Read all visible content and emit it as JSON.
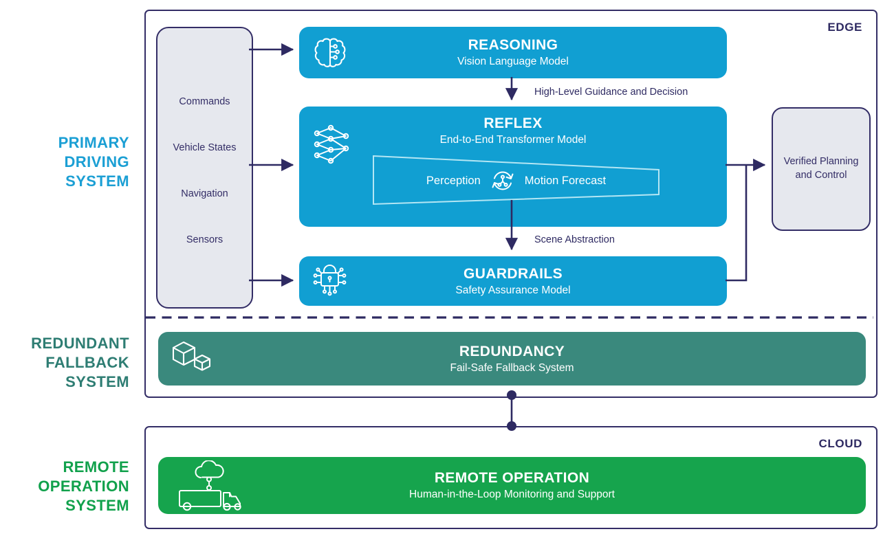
{
  "side_labels": {
    "primary": {
      "text": "PRIMARY\nDRIVING\nSYSTEM",
      "color": "#1b9fd4"
    },
    "redundant": {
      "text": "REDUNDANT\nFALLBACK\nSYSTEM",
      "color": "#2e7d73"
    },
    "remote": {
      "text": "REMOTE\nOPERATION\nSYSTEM",
      "color": "#11a14c"
    }
  },
  "edge": {
    "label": "EDGE",
    "inputs": {
      "items": [
        "Commands",
        "Vehicle States",
        "Navigation",
        "Sensors"
      ]
    },
    "reasoning": {
      "title": "REASONING",
      "subtitle": "Vision Language Model",
      "icon": "brain-icon"
    },
    "reflex": {
      "title": "REFLEX",
      "subtitle": "End-to-End Transformer Model",
      "icon": "neural-network-icon",
      "pipeline": {
        "left": "Perception",
        "right": "Motion Forecast",
        "icon": "cycle-icon"
      }
    },
    "guardrails": {
      "title": "GUARDRAILS",
      "subtitle": "Safety Assurance Model",
      "icon": "lock-circuit-icon"
    },
    "verified": {
      "label": "Verified Planning\nand Control"
    },
    "redundancy": {
      "title": "REDUNDANCY",
      "subtitle": "Fail-Safe Fallback System",
      "icon": "cubes-icon"
    },
    "arrow_labels": {
      "reasoning_to_reflex": "High-Level Guidance and Decision",
      "reflex_to_guardrails": "Scene Abstraction"
    }
  },
  "cloud": {
    "label": "CLOUD",
    "remote": {
      "title": "REMOTE OPERATION",
      "subtitle": "Human-in-the-Loop Monitoring and Support",
      "icon": "truck-cloud-icon"
    }
  },
  "colors": {
    "cyan_box": "#119fd2",
    "teal_box": "#3a897d",
    "green_box": "#16a44d",
    "navy_line": "#2e2a62",
    "panel_gray": "#e6e8ee",
    "trapezoid_stroke": "#b4e6f4"
  }
}
